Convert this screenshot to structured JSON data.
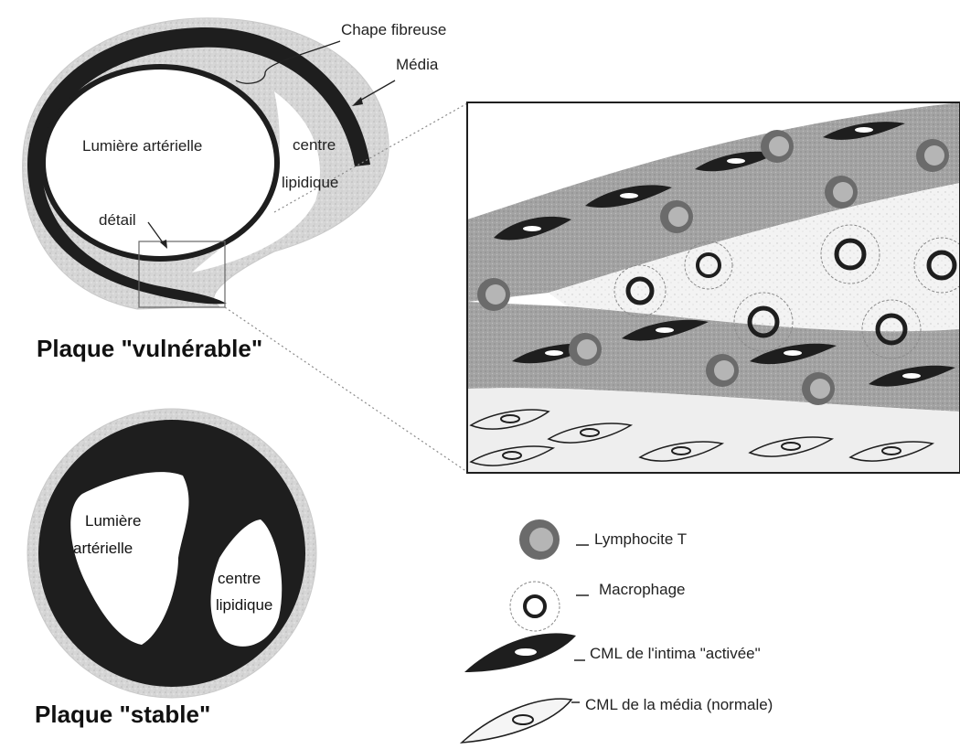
{
  "vulnerable": {
    "title": "Plaque \"vulnérable\"",
    "label_chape": "Chape fibreuse",
    "label_media": "Média",
    "label_lumiere": "Lumière artérielle",
    "label_centre": "centre",
    "label_lipidique": "lipidique",
    "label_detail": "détail"
  },
  "stable": {
    "title": "Plaque \"stable\"",
    "label_lumiere_1": "Lumière",
    "label_lumiere_2": "artérielle",
    "label_centre": "centre",
    "label_lipidique": "lipidique"
  },
  "legend": {
    "lymphocyte": "Lymphocite T",
    "macrophage": "Macrophage",
    "cml_intima": "CML de l'intima \"activée\"",
    "cml_media": "CML de la média (normale)"
  },
  "colors": {
    "dark": "#1e1e1e",
    "media_gray": "#d0d0d0",
    "tissue_gray": "#9a9a9a",
    "lymph_ring": "#6b6b6b",
    "lymph_core": "#b5b5b5"
  }
}
